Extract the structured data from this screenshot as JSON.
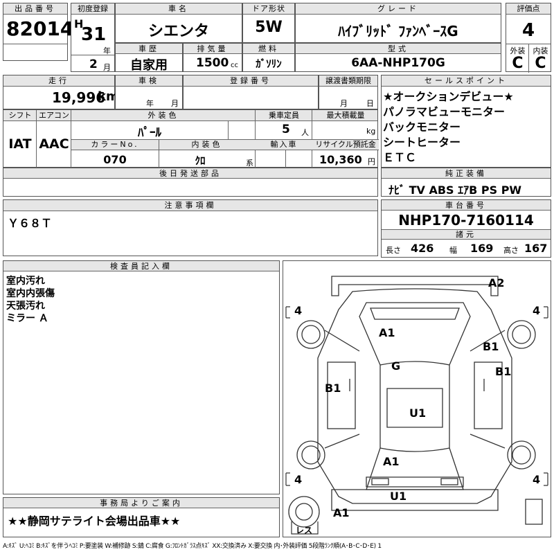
{
  "headers": {
    "lot_number": "出品番号",
    "first_registration": "初度登録",
    "car_name": "車名",
    "door_type": "ドア形状",
    "grade": "グレード",
    "score": "評価点",
    "exterior": "外装",
    "interior": "内装",
    "history": "車歴",
    "displacement": "排気量",
    "fuel": "燃料",
    "model_code": "型式",
    "mileage": "走行",
    "inspection": "車検",
    "registration_no": "登録番号",
    "transfer_doc": "譲渡書類期限",
    "selling_points": "セールスポイント",
    "shift": "シフト",
    "aircon": "エアコン",
    "exterior_color": "外装色",
    "capacity": "乗車定員",
    "max_load": "最大積載量",
    "color_no": "カラーNo.",
    "interior_color": "内装色",
    "import": "輸入車",
    "recycle": "リサイクル預託金",
    "later_parts": "後日発送部品",
    "genuine_equipment": "純正装備",
    "notes": "注意事項欄",
    "chassis_no": "車台番号",
    "dimensions": "諸元",
    "inspector_notes": "検査員記入欄",
    "office_notice": "事務局よりご案内"
  },
  "vehicle": {
    "lot_number": "82014",
    "era": "H",
    "year": "31",
    "year_unit": "年",
    "month": "2",
    "month_unit": "月",
    "car_name": "シエンタ",
    "door": "5W",
    "grade": "ﾊｲﾌﾞﾘｯﾄﾞ ﾌｧﾝﾍﾞｰｽG",
    "score": "4",
    "exterior_grade": "C",
    "interior_grade": "C",
    "history": "自家用",
    "displacement": "1500",
    "displacement_unit": "cc",
    "fuel": "ｶﾞｿﾘﾝ",
    "model_code": "6AA-NHP170G",
    "mileage": "19,996",
    "mileage_unit": "km",
    "inspection_year_unit": "年",
    "inspection_month_unit": "月",
    "transfer_month_unit": "月",
    "transfer_day_unit": "日",
    "shift": "IAT",
    "aircon": "AAC",
    "exterior_color": "ﾊﾟｰﾙ",
    "capacity": "5",
    "capacity_unit": "人",
    "load_unit": "kg",
    "color_no": "070",
    "interior_color": "ｸﾛ",
    "interior_color_unit": "系",
    "recycle": "10,360",
    "recycle_unit": "円",
    "chassis_no": "NHP170-7160114",
    "length_label": "長さ",
    "length": "426",
    "width_label": "幅",
    "width": "169",
    "height_label": "高さ",
    "height": "167"
  },
  "selling_points": [
    "★オークションデビュー★",
    "パノラマビューモニター",
    "バックモニター",
    "シートヒーター",
    "ＥＴＣ"
  ],
  "equipment": "ﾅﾋﾞ TV ABS ｴｱB PS PW",
  "notes": "Ｙ６８Ｔ",
  "inspector_notes": [
    "室内汚れ",
    "室内内張傷",
    "天張汚れ",
    "ミラー Ａ"
  ],
  "office_notice": "★★静岡サテライト会場出品車★★",
  "diagram_marks": {
    "a2": "A2",
    "tire_fl": "4",
    "tire_fr": "4",
    "a1_roof": "A1",
    "b1_right_front": "B1",
    "g_glass": "G",
    "b1_left": "B1",
    "b1_right": "B1",
    "u1_center": "U1",
    "a1_rear": "A1",
    "tire_rl": "4",
    "tire_rr": "4",
    "u1_bumper": "U1",
    "a1_corner": "A1",
    "spare": "レス"
  },
  "legend": "A:ｷｽﾞ U:ﾍｺﾐ B:ｷｽﾞを伴うﾍｺﾐ P:要塗装 W:補修跡 S:錆 C:腐食 G:ﾌﾛﾝﾄｶﾞﾗｽ点ｷｽﾞ XX:交換済み X:要交換 内･外装評価 5段階ﾗﾝｸ順(A･B･C･D･E) 1"
}
